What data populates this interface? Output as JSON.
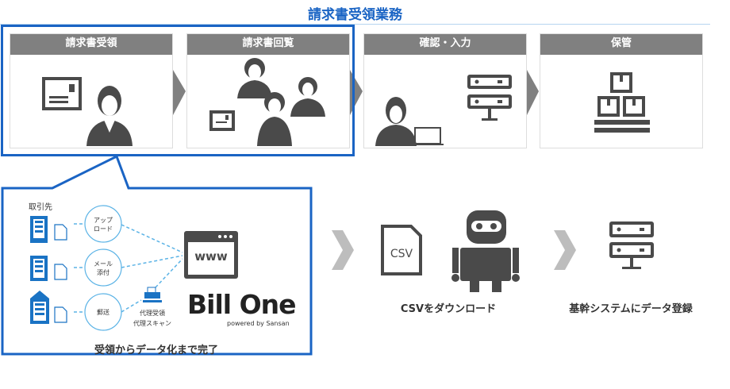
{
  "title": "請求書受領業務",
  "steps": [
    {
      "label": "請求書受領"
    },
    {
      "label": "請求書回覧"
    },
    {
      "label": "確認・入力"
    },
    {
      "label": "保管"
    }
  ],
  "detail": {
    "partner_label": "取引先",
    "channels": [
      {
        "line1": "アップ",
        "line2": "ロード"
      },
      {
        "line1": "メール",
        "line2": "添付"
      },
      {
        "line1": "郵送",
        "line2": ""
      }
    ],
    "proxy_line1": "代理受領",
    "proxy_line2": "代理スキャン",
    "browser_text": "www",
    "logo_text": "Bill One",
    "logo_sub": "powered by Sansan",
    "caption": "受領からデータ化まで完了"
  },
  "csv": {
    "icon_text": "CSV",
    "caption": "CSVをダウンロード"
  },
  "system": {
    "caption": "基幹システムにデータ登録"
  },
  "colors": {
    "accent": "#1a64c4",
    "light_blue": "#5bb3e6",
    "gray": "#808080",
    "icon": "#4a4a4a"
  }
}
